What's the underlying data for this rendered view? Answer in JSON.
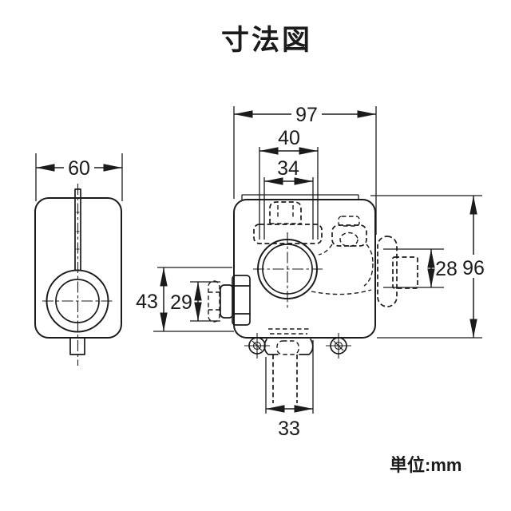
{
  "title": {
    "text": "寸法図",
    "color": "#e7287a"
  },
  "unit_note": {
    "text": "単位:mm"
  },
  "drawing": {
    "type": "technical-dimension-drawing",
    "line_color": "#1b1b1b",
    "views": [
      {
        "id": "front-view"
      },
      {
        "id": "side-view"
      }
    ],
    "dimensions_mm": {
      "front_width": "60",
      "side_overall_width": "97",
      "top_port_outer_width": "40",
      "top_port_inner_width": "34",
      "left_center_height": "43",
      "left_port_height": "29",
      "right_port_height": "28",
      "side_overall_height": "96",
      "bottom_pipe_width": "33"
    }
  }
}
